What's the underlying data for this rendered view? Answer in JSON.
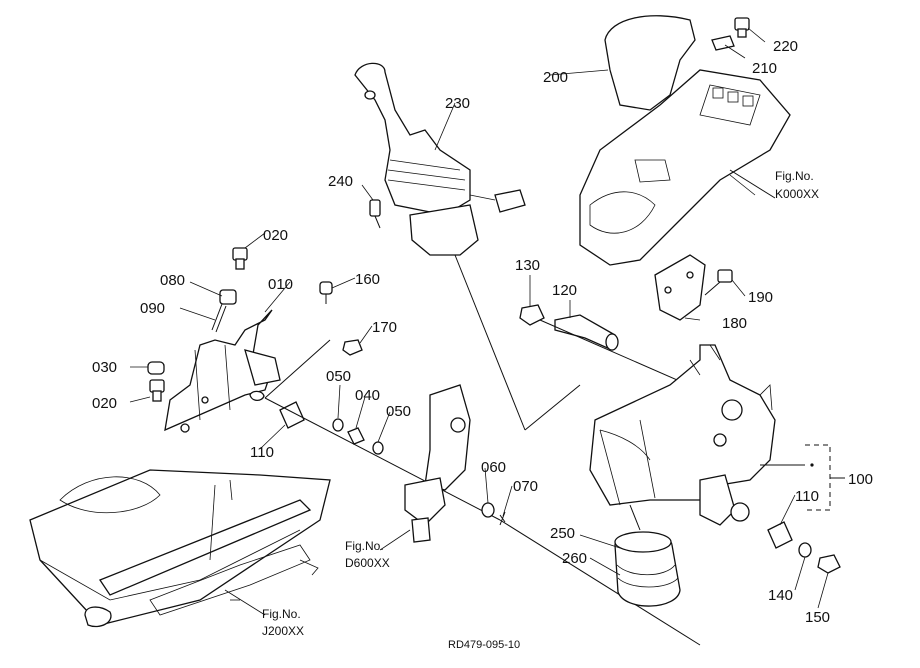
{
  "diagram": {
    "parts": [
      {
        "number": "010"
      },
      {
        "number": "020"
      },
      {
        "number": "020"
      },
      {
        "number": "030"
      },
      {
        "number": "040"
      },
      {
        "number": "050"
      },
      {
        "number": "050"
      },
      {
        "number": "060"
      },
      {
        "number": "070"
      },
      {
        "number": "080"
      },
      {
        "number": "090"
      },
      {
        "number": "100"
      },
      {
        "number": "110"
      },
      {
        "number": "110"
      },
      {
        "number": "120"
      },
      {
        "number": "130"
      },
      {
        "number": "140"
      },
      {
        "number": "150"
      },
      {
        "number": "160"
      },
      {
        "number": "170"
      },
      {
        "number": "180"
      },
      {
        "number": "190"
      },
      {
        "number": "200"
      },
      {
        "number": "210"
      },
      {
        "number": "220"
      },
      {
        "number": "230"
      },
      {
        "number": "240"
      },
      {
        "number": "250"
      },
      {
        "number": "260"
      }
    ],
    "figure_refs": [
      {
        "label": "Fig.No.",
        "code": "K000XX"
      },
      {
        "label": "Fig.No.",
        "code": "D600XX"
      },
      {
        "label": "Fig.No.",
        "code": "J200XX"
      }
    ],
    "drawing_code": "RD479-095-10"
  }
}
